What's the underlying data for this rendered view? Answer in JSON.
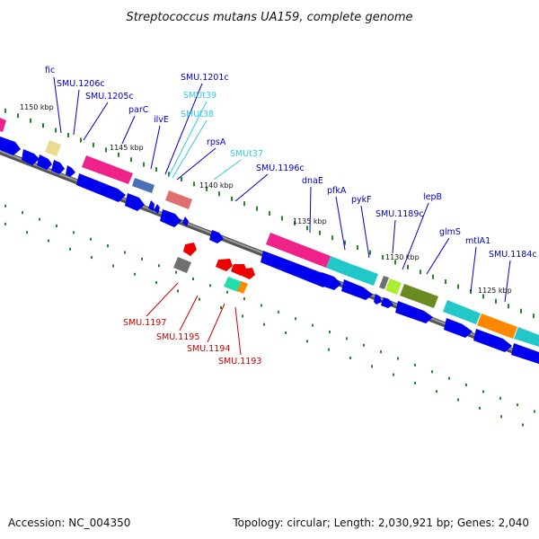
{
  "title": "Streptococcus mutans UA159, complete genome",
  "footer": {
    "accession": "Accession: NC_004350",
    "summary": "Topology: circular; Length: 2,030,921 bp; Genes: 2,040"
  },
  "colors": {
    "backbone": "#808080",
    "forward_gene": "#0000ee",
    "reverse_gene": "#ee0000",
    "forward_label": "#0000cc",
    "reverse_label": "#cc0000",
    "rna_label": "#33c8e8",
    "tick": "#228822"
  },
  "scale_labels": [
    "1150 kbp",
    "1145 kbp",
    "1140 kbp",
    "1135 kbp",
    "1130 kbp",
    "1125 kbp"
  ],
  "gene_labels": {
    "forward": [
      "fic",
      "SMU.1206c",
      "SMU.1205c",
      "parC",
      "ilvE",
      "SMU.1201c",
      "rpsA",
      "SMU.1196c",
      "dnaE",
      "pfkA",
      "pykF",
      "SMU.1189c",
      "lepB",
      "glmS",
      "mtlA1",
      "SMU.1184c"
    ],
    "rna": [
      "SMUt39",
      "SMUt38",
      "SMUt37"
    ],
    "reverse": [
      "SMU.1197",
      "SMU.1195",
      "SMU.1194",
      "SMU.1193"
    ]
  }
}
